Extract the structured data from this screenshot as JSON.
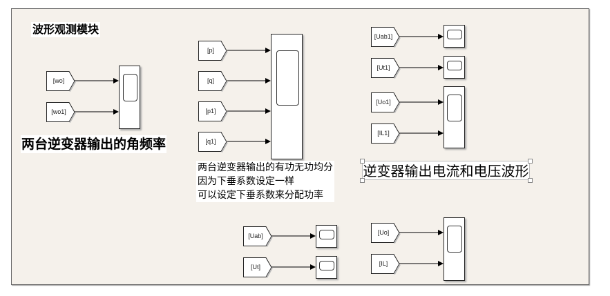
{
  "diagram": {
    "title": "波形观测模块",
    "annotations": {
      "angular_freq": "两台逆变器输出的角频率",
      "power_lines": [
        "两台逆变器输出的有功无功均分",
        "因为下垂系数设定一样",
        "可以设定下垂系数来分配功率"
      ],
      "inverter_waveforms": "逆变器输出电流和电压波形"
    },
    "goto_tags": {
      "wo": "[wo]",
      "wo1": "[wo1]",
      "p": "[p]",
      "q": "[q]",
      "p1": "[p1]",
      "q1": "[q1]",
      "uab1": "[Uab1]",
      "ut1": "[Ut1]",
      "uo1": "[Uo1]",
      "il1": "[IL1]",
      "uab": "[Uab]",
      "ut": "[Ut]",
      "uo": "[Uo]",
      "il": "[IL]"
    },
    "colors": {
      "canvas_bg": "#f5f1eb",
      "border": "#666666",
      "block_fill": "#ffffff",
      "line": "#000000"
    }
  }
}
